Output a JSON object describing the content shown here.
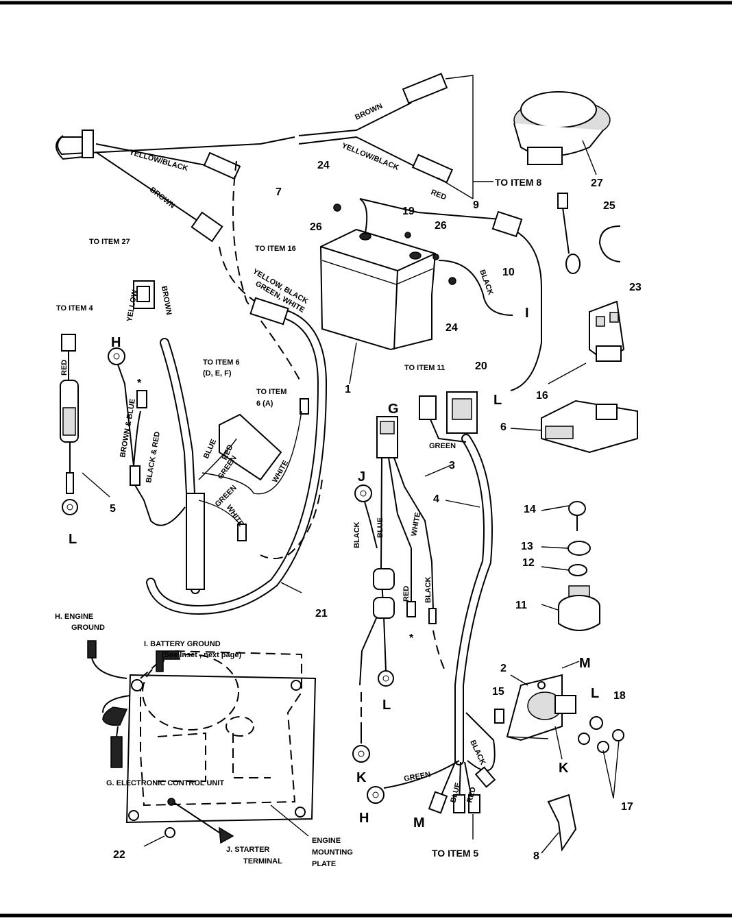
{
  "labels": {
    "to_item_8": "TO ITEM 8",
    "to_item_27": "TO ITEM 27",
    "to_item_16": "TO ITEM 16",
    "to_item_4": "TO ITEM 4",
    "to_item_6_def_1": "TO ITEM 6",
    "to_item_6_def_2": "(D, E, F)",
    "to_item_6_a_1": "TO ITEM",
    "to_item_6_a_2": "6 (A)",
    "to_item_11": "TO ITEM 11",
    "to_item_5": "TO ITEM 5",
    "engine_ground_1": "H.  ENGINE",
    "engine_ground_2": "GROUND",
    "battery_ground_1": "I.    BATTERY GROUND",
    "battery_ground_2": "(See Inset , next page)",
    "ecu": "G.  ELECTRONIC CONTROL UNIT",
    "starter_1": "J.    STARTER",
    "starter_2": "TERMINAL",
    "mount_1": "ENGINE",
    "mount_2": "MOUNTING",
    "mount_3": "PLATE"
  },
  "wires": {
    "brown": "BROWN",
    "yellow_black": "YELLOW/BLACK",
    "red": "RED",
    "black": "BLACK",
    "yellow": "YELLOW",
    "yellow_black_green_white_1": "YELLOW, BLACK",
    "yellow_black_green_white_2": "GREEN, WHITE",
    "blue": "BLUE",
    "green": "GREEN",
    "white": "WHITE",
    "brown_blue": "BROWN & BLUE",
    "black_red": "BLACK & RED",
    "asterisk": "*"
  },
  "callouts": {
    "n1": "1",
    "n2": "2",
    "n3": "3",
    "n4": "4",
    "n5": "5",
    "n6": "6",
    "n7": "7",
    "n8": "8",
    "n9": "9",
    "n10": "10",
    "n11": "11",
    "n12": "12",
    "n13": "13",
    "n14": "14",
    "n15": "15",
    "n16": "16",
    "n17": "17",
    "n18": "18",
    "n19": "19",
    "n20": "20",
    "n21": "21",
    "n22": "22",
    "n23": "23",
    "n24": "24",
    "n25": "25",
    "n26": "26",
    "n27": "27"
  },
  "letters": {
    "G": "G",
    "H": "H",
    "I": "I",
    "J": "J",
    "K": "K",
    "L": "L",
    "M": "M"
  }
}
